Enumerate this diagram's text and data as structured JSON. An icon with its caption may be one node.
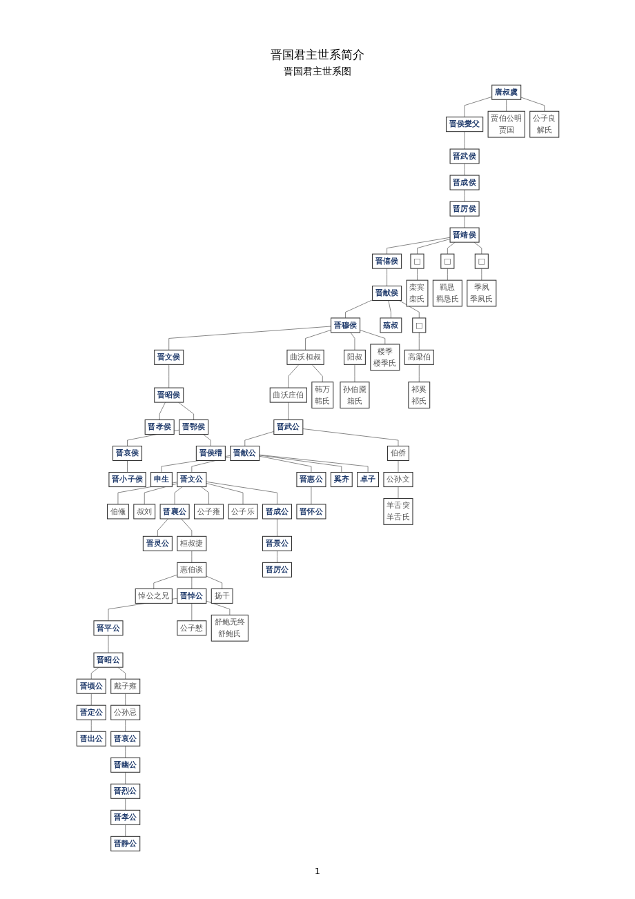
{
  "diagram": {
    "title": "晋国君主世系简介",
    "nodes": [
      {
        "text": [
          "唐叔虞"
        ]
      },
      {
        "text": [
          "晋侯燮父"
        ]
      },
      {
        "text": [
          "贾伯公明",
          "贾国"
        ]
      },
      {
        "text": [
          "公子良",
          "解氏"
        ]
      },
      {
        "text": [
          "晋武侯"
        ]
      },
      {
        "text": [
          "晋成侯"
        ]
      },
      {
        "text": [
          "晋厉侯"
        ]
      },
      {
        "text": [
          "晋靖侯"
        ]
      },
      {
        "text": [
          "晋僖侯"
        ]
      },
      {
        "text": [
          "□"
        ]
      },
      {
        "text": [
          "□"
        ]
      },
      {
        "text": [
          "□"
        ]
      },
      {
        "text": [
          "晋献侯"
        ]
      },
      {
        "text": [
          "栾宾",
          "栾氏"
        ]
      },
      {
        "text": [
          "羁恳",
          "羁恳氏"
        ]
      },
      {
        "text": [
          "季夙",
          "季夙氏"
        ]
      },
      {
        "text": [
          "晋穆侯"
        ]
      },
      {
        "text": [
          "殇叔"
        ]
      },
      {
        "text": [
          "□"
        ]
      },
      {
        "text": [
          "晋文侯"
        ]
      },
      {
        "text": [
          "曲沃桓叔"
        ]
      },
      {
        "text": [
          "阳叔"
        ]
      },
      {
        "text": [
          "楼季",
          "楼季氏"
        ]
      },
      {
        "text": [
          "高梁伯"
        ]
      },
      {
        "text": [
          "晋昭侯"
        ]
      },
      {
        "text": [
          "曲沃庄伯"
        ]
      },
      {
        "text": [
          "韩万",
          "韩氏"
        ]
      },
      {
        "text": [
          "孙伯黡",
          "籍氏"
        ]
      },
      {
        "text": [
          "祁奚",
          "祁氏"
        ]
      },
      {
        "text": [
          "晋孝侯"
        ]
      },
      {
        "text": [
          "晋鄂侯"
        ]
      },
      {
        "text": [
          "晋武公"
        ]
      },
      {
        "text": [
          "晋哀侯"
        ]
      },
      {
        "text": [
          "晋侯缗"
        ]
      },
      {
        "text": [
          "晋献公"
        ]
      },
      {
        "text": [
          "伯侨"
        ]
      },
      {
        "text": [
          "晋小子侯"
        ]
      },
      {
        "text": [
          "申生"
        ]
      },
      {
        "text": [
          "晋文公"
        ]
      },
      {
        "text": [
          "晋惠公"
        ]
      },
      {
        "text": [
          "奚齐"
        ]
      },
      {
        "text": [
          "卓子"
        ]
      },
      {
        "text": [
          "公孙文"
        ]
      },
      {
        "text": [
          "伯儵"
        ]
      },
      {
        "text": [
          "叔刘"
        ]
      },
      {
        "text": [
          "晋襄公"
        ]
      },
      {
        "text": [
          "公子雍"
        ]
      },
      {
        "text": [
          "公子乐"
        ]
      },
      {
        "text": [
          "晋成公"
        ]
      },
      {
        "text": [
          "晋怀公"
        ]
      },
      {
        "text": [
          "羊舌突",
          "羊舌氏"
        ]
      },
      {
        "text": [
          "晋灵公"
        ]
      },
      {
        "text": [
          "桓叔捷"
        ]
      },
      {
        "text": [
          "晋景公"
        ]
      },
      {
        "text": [
          "惠伯谈"
        ]
      },
      {
        "text": [
          "晋厉公"
        ]
      },
      {
        "text": [
          "悼公之兄"
        ]
      },
      {
        "text": [
          "晋悼公"
        ]
      },
      {
        "text": [
          "扬干"
        ]
      },
      {
        "text": [
          "晋平公"
        ]
      },
      {
        "text": [
          "公子慭"
        ]
      },
      {
        "text": [
          "舒鲍无终",
          "舒鲍氏"
        ]
      },
      {
        "text": [
          "晋昭公"
        ]
      },
      {
        "text": [
          "晋顷公"
        ]
      },
      {
        "text": [
          "戴子雍"
        ]
      },
      {
        "text": [
          "晋定公"
        ]
      },
      {
        "text": [
          "公孙忌"
        ]
      },
      {
        "text": [
          "晋出公"
        ]
      },
      {
        "text": [
          "晋哀公"
        ]
      },
      {
        "text": [
          "晋幽公"
        ]
      },
      {
        "text": [
          "晋烈公"
        ]
      },
      {
        "text": [
          "晋孝公"
        ]
      },
      {
        "text": [
          "晋静公"
        ]
      }
    ],
    "edges": [
      {
        "from": 0,
        "to": 1,
        "arrow": "none"
      },
      {
        "from": 0,
        "to": 2,
        "arrow": "none"
      },
      {
        "from": 0,
        "to": 3,
        "arrow": "none"
      },
      {
        "from": 1,
        "to": 4,
        "arrow": "none"
      },
      {
        "from": 4,
        "to": 5,
        "arrow": "none"
      },
      {
        "from": 5,
        "to": 6,
        "arrow": "none"
      },
      {
        "from": 6,
        "to": 7,
        "arrow": "none"
      },
      {
        "from": 7,
        "to": 8,
        "arrow": "none"
      },
      {
        "from": 7,
        "to": 9,
        "arrow": "none"
      },
      {
        "from": 7,
        "to": 10,
        "arrow": "none"
      },
      {
        "from": 7,
        "to": 11,
        "arrow": "none"
      },
      {
        "from": 8,
        "to": 12,
        "arrow": "none"
      },
      {
        "from": 9,
        "to": 13,
        "arrow": "none"
      },
      {
        "from": 10,
        "to": 14,
        "arrow": "none"
      },
      {
        "from": 11,
        "to": 15,
        "arrow": "none"
      },
      {
        "from": 12,
        "to": 16,
        "arrow": "none"
      },
      {
        "from": 12,
        "to": 17,
        "arrow": "none"
      },
      {
        "from": 12,
        "to": 18,
        "arrow": "none"
      },
      {
        "from": 16,
        "to": 19,
        "arrow": "none"
      },
      {
        "from": 16,
        "to": 20,
        "arrow": "none"
      },
      {
        "from": 16,
        "to": 21,
        "arrow": "none"
      },
      {
        "from": 16,
        "to": 22,
        "arrow": "none"
      },
      {
        "from": 18,
        "to": 23,
        "arrow": "none"
      },
      {
        "from": 19,
        "to": 24,
        "arrow": "none"
      },
      {
        "from": 20,
        "to": 25,
        "arrow": "none"
      },
      {
        "from": 20,
        "to": 26,
        "arrow": "none"
      },
      {
        "from": 21,
        "to": 27,
        "arrow": "none"
      },
      {
        "from": 23,
        "to": 28,
        "arrow": "none"
      },
      {
        "from": 24,
        "to": 29,
        "arrow": "none"
      },
      {
        "from": 24,
        "to": 30,
        "arrow": "none"
      },
      {
        "from": 25,
        "to": 31,
        "arrow": "none"
      },
      {
        "from": 30,
        "to": 32,
        "arrow": "none"
      },
      {
        "from": 30,
        "to": 33,
        "arrow": "none"
      },
      {
        "from": 31,
        "to": 34,
        "arrow": "none"
      },
      {
        "from": 31,
        "to": 35,
        "arrow": "none"
      },
      {
        "from": 32,
        "to": 36,
        "arrow": "none"
      },
      {
        "from": 34,
        "to": 37,
        "arrow": "none"
      },
      {
        "from": 34,
        "to": 38,
        "arrow": "none"
      },
      {
        "from": 34,
        "to": 39,
        "arrow": "none"
      },
      {
        "from": 34,
        "to": 40,
        "arrow": "none"
      },
      {
        "from": 34,
        "to": 41,
        "arrow": "none"
      },
      {
        "from": 35,
        "to": 42,
        "arrow": "none"
      },
      {
        "from": 38,
        "to": 43,
        "arrow": "none"
      },
      {
        "from": 38,
        "to": 44,
        "arrow": "none"
      },
      {
        "from": 38,
        "to": 45,
        "arrow": "none"
      },
      {
        "from": 38,
        "to": 46,
        "arrow": "none"
      },
      {
        "from": 38,
        "to": 47,
        "arrow": "none"
      },
      {
        "from": 38,
        "to": 48,
        "arrow": "none"
      },
      {
        "from": 39,
        "to": 49,
        "arrow": "none"
      },
      {
        "from": 42,
        "to": 50,
        "arrow": "none"
      },
      {
        "from": 45,
        "to": 51,
        "arrow": "none"
      },
      {
        "from": 45,
        "to": 52,
        "arrow": "none"
      },
      {
        "from": 48,
        "to": 53,
        "arrow": "none"
      },
      {
        "from": 52,
        "to": 54,
        "arrow": "none"
      },
      {
        "from": 53,
        "to": 55,
        "arrow": "none"
      },
      {
        "from": 54,
        "to": 56,
        "arrow": "none"
      },
      {
        "from": 54,
        "to": 57,
        "arrow": "none"
      },
      {
        "from": 54,
        "to": 58,
        "arrow": "none"
      },
      {
        "from": 57,
        "to": 59,
        "arrow": "none"
      },
      {
        "from": 57,
        "to": 60,
        "arrow": "none"
      },
      {
        "from": 57,
        "to": 61,
        "arrow": "none"
      },
      {
        "from": 59,
        "to": 62,
        "arrow": "none"
      },
      {
        "from": 62,
        "to": 63,
        "arrow": "none"
      },
      {
        "from": 62,
        "to": 64,
        "arrow": "none"
      },
      {
        "from": 63,
        "to": 65,
        "arrow": "none"
      },
      {
        "from": 65,
        "to": 67,
        "arrow": "none"
      },
      {
        "from": 64,
        "to": 66,
        "arrow": "none"
      },
      {
        "from": 66,
        "to": 68,
        "arrow": "none"
      },
      {
        "from": 68,
        "to": 69,
        "arrow": "none"
      },
      {
        "from": 69,
        "to": 70,
        "arrow": "none"
      },
      {
        "from": 70,
        "to": 71,
        "arrow": "none"
      },
      {
        "from": 71,
        "to": 72,
        "arrow": "none"
      }
    ],
    "labels": [
      "晋国君主世系图",
      "1"
    ]
  }
}
